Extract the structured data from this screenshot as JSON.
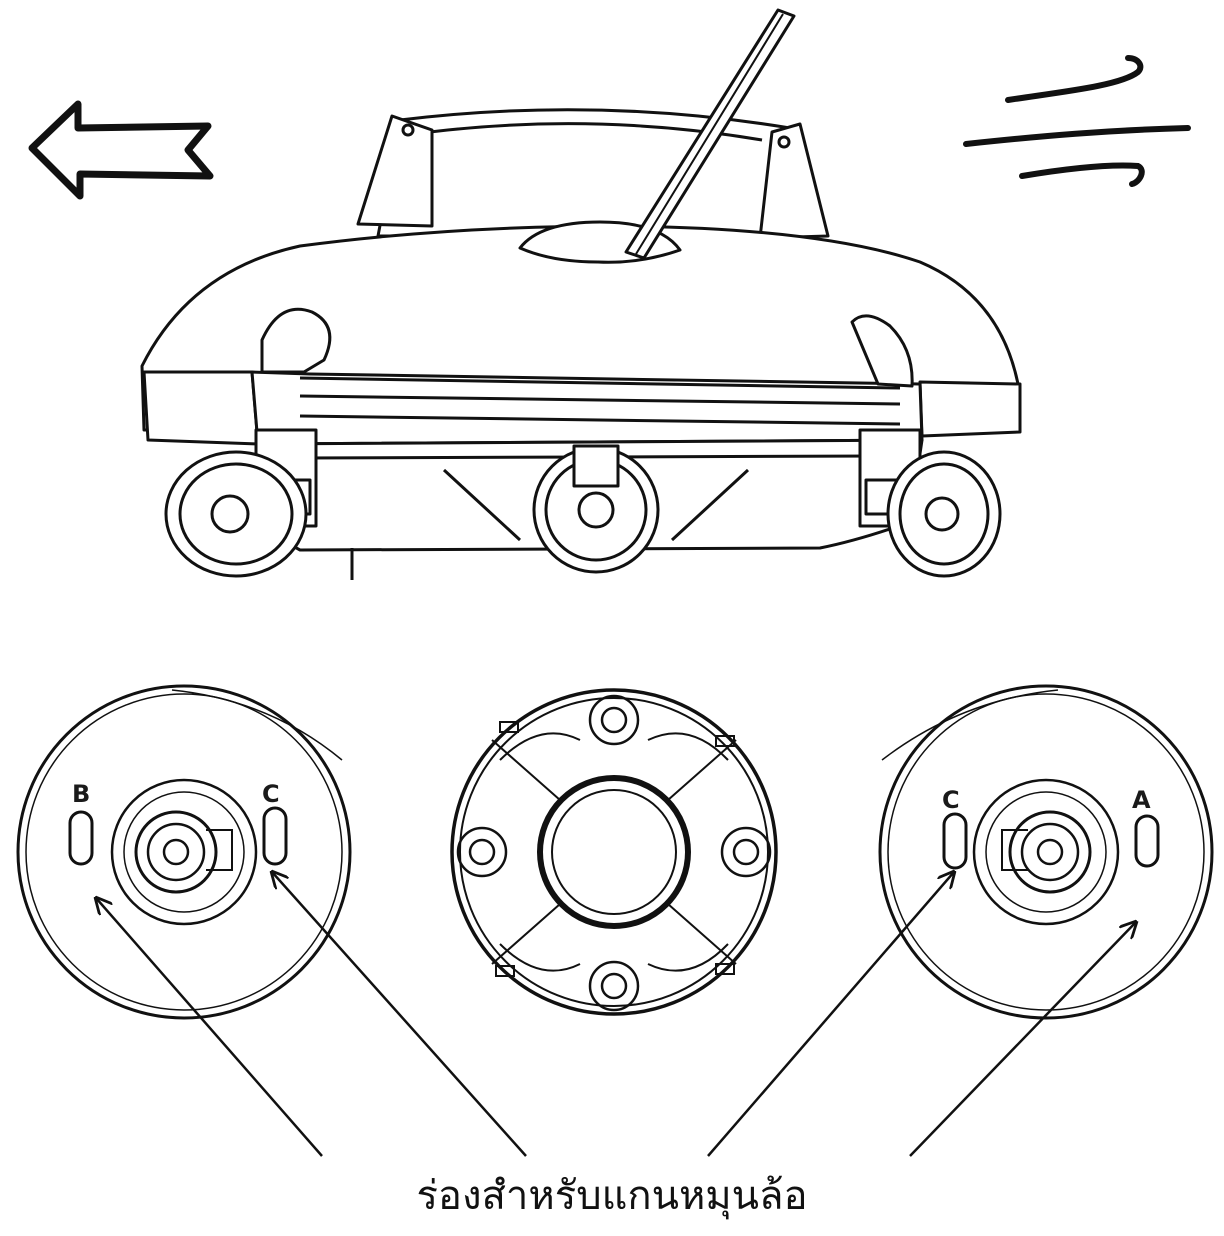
{
  "wheel_labels": {
    "left_outer": "B",
    "left_inner": "C",
    "right_inner": "C",
    "right_outer": "A"
  },
  "caption": "ร่องสำหรับแกนหมุนล้อ",
  "icons": {
    "direction": "arrow-left-icon",
    "motion": "speed-lines-icon"
  },
  "colors": {
    "line": "#111111",
    "background": "#ffffff"
  }
}
